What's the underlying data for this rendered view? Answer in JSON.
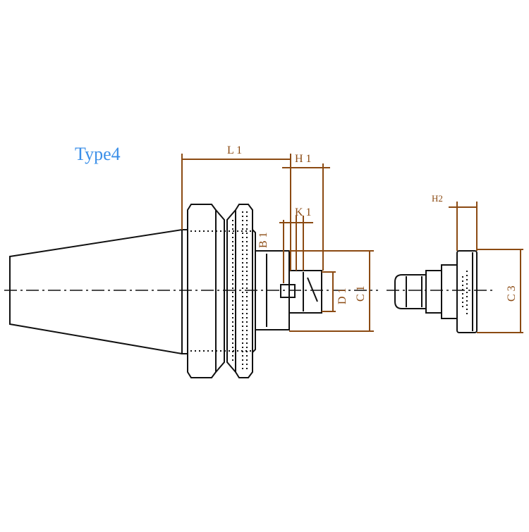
{
  "title": "Type4",
  "labels": {
    "l1": "L 1",
    "h1": "H 1",
    "k1": "K 1",
    "b1": "B 1",
    "d1": "D 1",
    "c1": "C 1",
    "h2": "H2",
    "c3": "C 3"
  },
  "colors": {
    "title": "#3b8fe8",
    "dimension": "#8b4a12",
    "outline": "#111111",
    "background": "#ffffff"
  }
}
